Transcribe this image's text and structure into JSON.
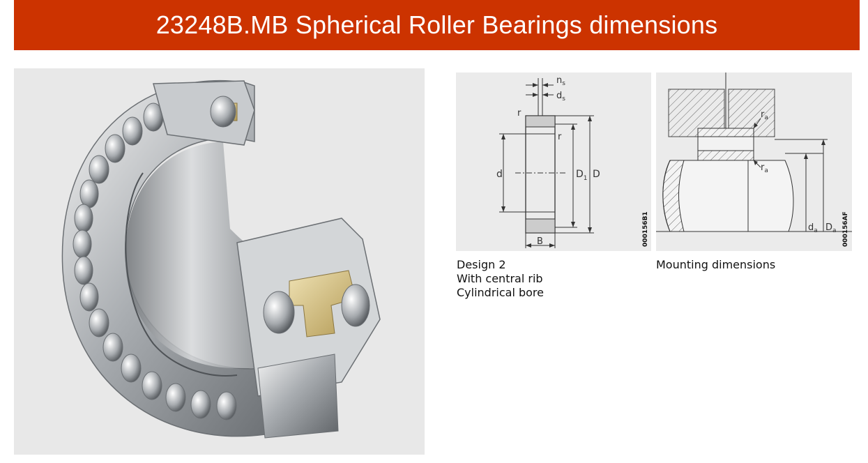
{
  "header": {
    "title": "23248B.MB Spherical Roller Bearings dimensions",
    "background": "#cc3300"
  },
  "diagram_design": {
    "labels": {
      "ns": "n",
      "ns_sub": "s",
      "ds": "d",
      "ds_sub": "s",
      "r_top": "r",
      "r_right": "r",
      "d": "d",
      "D1": "D",
      "D1_sub": "1",
      "D": "D",
      "B": "B",
      "code": "000156B1"
    },
    "caption_lines": [
      "Design 2",
      "With central rib",
      "Cylindrical bore"
    ]
  },
  "diagram_mounting": {
    "labels": {
      "ra_top": "r",
      "ra_top_sub": "a",
      "ra_bottom": "r",
      "ra_bottom_sub": "a",
      "da": "d",
      "da_sub": "a",
      "Da": "D",
      "Da_sub": "a",
      "code": "000156AF"
    },
    "caption_lines": [
      "Mounting dimensions"
    ]
  }
}
